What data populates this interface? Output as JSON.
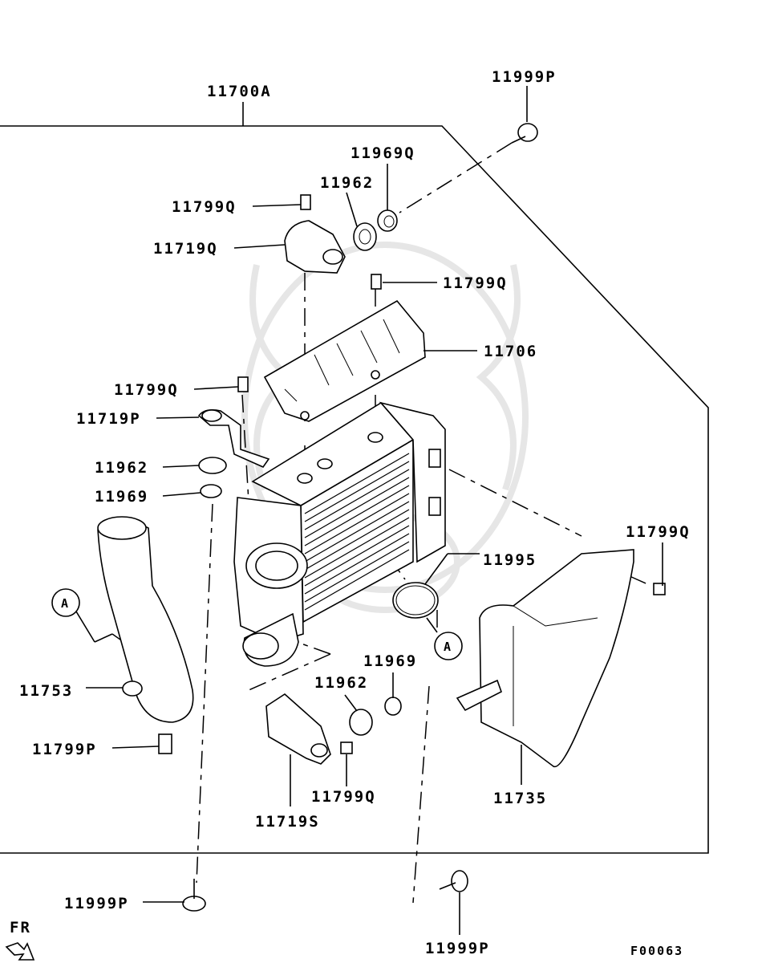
{
  "diagram": {
    "assembly_label": "11700A",
    "parts": {
      "p11999P_top": "11999P",
      "p11969Q": "11969Q",
      "p11962_top": "11962",
      "p11799Q_topleft": "11799Q",
      "p11719Q": "11719Q",
      "p11799Q_mid": "11799Q",
      "p11706": "11706",
      "p11799Q_left": "11799Q",
      "p11719P": "11719P",
      "p11962_left": "11962",
      "p11969_left": "11969",
      "p11995": "11995",
      "p11799Q_right": "11799Q",
      "p11753": "11753",
      "p11969_mid": "11969",
      "p11962_mid": "11962",
      "p11799P": "11799P",
      "p11799Q_bottom": "11799Q",
      "p11735": "11735",
      "p11719S": "11719S",
      "p11999P_bl": "11999P",
      "p11999P_br": "11999P"
    },
    "ref_mark": "A",
    "direction_label": "FR",
    "figure_code": "F00063"
  }
}
